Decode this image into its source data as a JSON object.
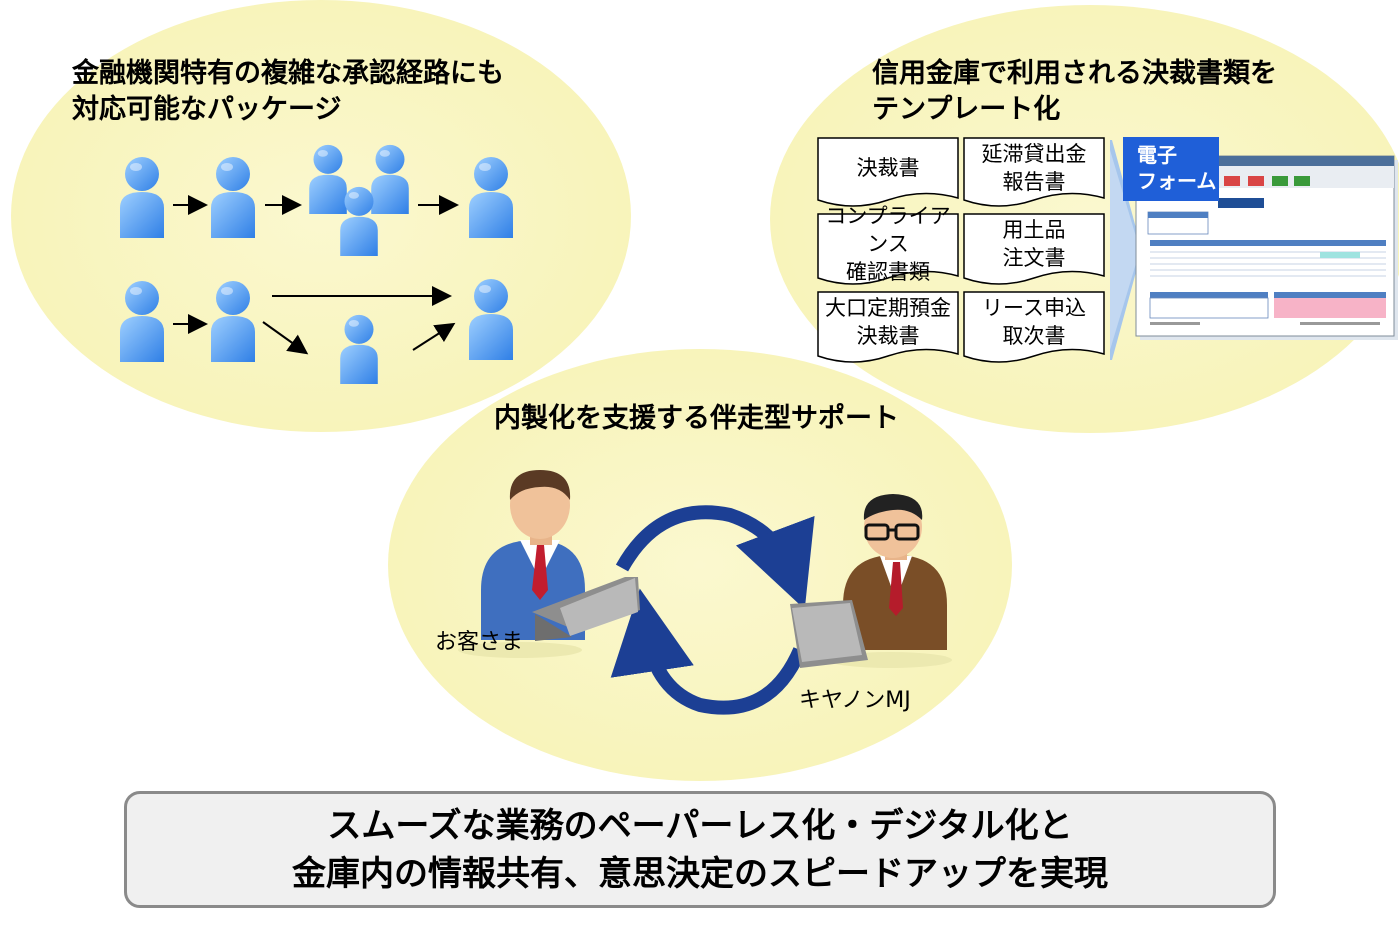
{
  "sections": {
    "approval": {
      "title_line1": "金融機関特有の複雑な承認経路にも",
      "title_line2": "対応可能なパッケージ"
    },
    "templates": {
      "title_line1": "信用金庫で利用される決裁書類を",
      "title_line2": "テンプレート化",
      "docs": [
        {
          "line1": "決裁書",
          "line2": ""
        },
        {
          "line1": "延滞貸出金",
          "line2": "報告書"
        },
        {
          "line1": "コンプライアンス",
          "line2": "確認書類"
        },
        {
          "line1": "用土品",
          "line2": "注文書"
        },
        {
          "line1": "大口定期預金",
          "line2": "決裁書"
        },
        {
          "line1": "リース申込",
          "line2": "取次書"
        }
      ],
      "eform_line1": "電子",
      "eform_line2": "フォーム"
    },
    "support": {
      "title": "内製化を支援する伴走型サポート",
      "customer_label": "お客さま",
      "vendor_label": "キヤノンMJ"
    }
  },
  "banner": {
    "line1": "スムーズな業務のペーパーレス化・デジタル化と",
    "line2": "金庫内の情報共有、意思決定のスピードアップを実現"
  },
  "colors": {
    "ellipse_fill": "#f8f5bc",
    "person_blue": "#3f8ff0",
    "eform_blue": "#1f5fd8",
    "cycle_arrow": "#1c3f94",
    "banner_border": "#8a8a8a"
  }
}
